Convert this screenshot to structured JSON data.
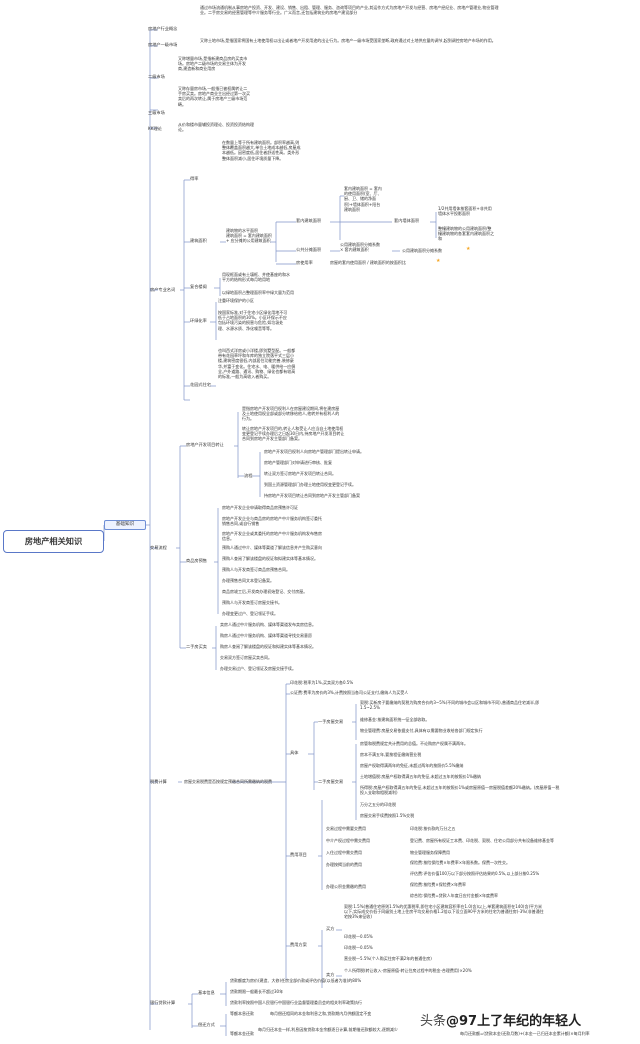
{
  "root": "房地产相关知识",
  "branch": "基础知识",
  "sec1": {
    "l_concept": "房地产行业概念",
    "t_concept": "通过市场流通机制从事房地产投资、开发、建设、销售、出租、管理、服务、咨询等项目的产业,其运作方式为房地产开发与经营、房地产经纪业、房地产管理业,物业管理业。二手房交易的经营管理等中介服务等行业。广义而言,还包括建筑业的房地产建设部分",
    "l_first": "房地产一级市场",
    "t_first": "又称土地市场,是指国家将国有土地使用权以出让或者地产开发用途的出让行为。房地产一级市场受国家垄断,政府通过对土地供应量的调节,起到调控房地产市场的作用。",
    "l_second": "二级市场",
    "t_second": "又称增量市场,是指新建商品房的买卖市场。房地产二级市场的交易主体为开发商,建造新和商业用房",
    "l_third": "三级市场",
    "t_third": "又称存量房市场,一般指已被权属转让二手房买卖。房地产商业主出经过第一次买卖后的再次转让,属于房地产三级市场范畴。",
    "l_kk": "KK理论",
    "t_kk": "从价和楼市量辅投资理论、投资投资结构理论。"
  },
  "sec2": {
    "label": "房产专业名词",
    "l_gongtan": "得率",
    "t_gongtan": "在数量上等于所有建筑面积。部积率越高,则整体覆盖面积越大,单位土地成本越低,房屋成本越低。因密度低,居住者舒适性高。类外形整体面积减小,居住环境质量下降。",
    "l_area": "建筑面积",
    "t_area_desc": "建筑物的水平面积\n建筑面积 = 套内建筑面积\n+ 应分摊的公用建筑面积",
    "l_inner": "套内建筑面积",
    "t_inner_formula": "套内建筑面积 = 套内的使用面积(室、厅、厨、卫、储的净面积)+墙体面积+阳台建筑面积",
    "l_inner_use": "套内墙体面积",
    "t_inner_use": "1/2共用墙体按套面积+非共用墙体水平投影面积",
    "t_inner_use2": "整幢建筑物的公用建筑面积/整幢建筑物的各套套内建筑面积之和",
    "l_public": "公共分摊面积",
    "t_public_formula": "公用建筑面积分摊系数\n× 套内建筑面积",
    "t_public_coef": "公用建筑面积分摊系数",
    "l_gain": "房使用率",
    "t_gain": "房屋的套内使用面积 / 建筑面积的按面积比",
    "l_green": "复合楼阁",
    "t_green1": "用现框面或有土壤框、并使基座的和水平方的结构形式每月地用地",
    "t_green2": "以绿地面积占整理面积率中绿大量为范用",
    "l_env": "环绿化率",
    "t_env_top": "注重环境保护的小区",
    "t_env": "按国家标准,对于住宅小区绿化用地不可低于占地面积的30%。小区环保示不应包括环境污染的损害与危险,如垃圾处理、水源水质、净化噪音等等。",
    "l_flat": "花园式住宅",
    "t_flat": "也叫西式洋房或小洋楼,即别墅型配。一般都带有花园草坪和车库的独立院落平式三层小楼,建筑密度很低,内部居住功能完善,装修豪华,并富于变化。住宅水、电、暖供给一应俱全,户外道路、通讯、购物、绿化也都有较高的标准,一般为高收入者购买。"
  },
  "sec3": {
    "label": "交易流程",
    "l_flow": "房地产开发项目转让",
    "t_flow_desc": "是指房地产开发项目权利人在房屋建设期间,将在建房屋及土地使用权全部或部分转移给他人,他转并有权利人的行为。",
    "t_flow_desc2": "转让房地产开发项目的,转让人和受让人应当自土地使用权变更登记手续办理后之日起30日内,持房地产开发项目转让合同到房地产开发主管部门备案。",
    "l_process": "流程",
    "proc": [
      "房地产开发项目权利人向房地产管理部门提出转让申请。",
      "房地产管理部门对申请进行审核、批复",
      "转让双方签订房地产开发项目转让合同。",
      "到国土资源管理部门办理土地使用权变更登记手续。",
      "持房地产开发项目转让合同到房地产开发主管部门备案"
    ],
    "l_new": "商品房预售",
    "new_items": [
      "房地产开发企业申请取得商品房预售许可证",
      "房地产开发企业与商品房的房地产中介服务机构签订委托销售合同,或自行销售",
      "房地产开发企业或其委托的房地产中介服务机构发布售房信息。",
      "预购人通过中介、媒体等渠道了解该信息并产生购买意向",
      "预购人查阅了解该楼盘的权证和拟建实体等基本情况。",
      "预购人与开发商签订商品房预售合同。",
      "办理预售合同文本登记备案。",
      "商品房竣工后,开发商办理初始登记、交付房屋。",
      "预购人与开发商签订房屋交接书。",
      "办理变更过户、登记领证手续。"
    ],
    "l_second": "二手房买卖",
    "second_items": [
      "卖房人通过中介服务机构、媒体等渠道发布卖房信息。",
      "购房人通过中介服务机构、媒体等渠道寻找交易意愿",
      "购房人查阅了解该楼盘的权证和拟建实体等基本情况。",
      "交易双方签订房屋买卖合同。",
      "办理交易过户、登记领证及房屋交接手续。"
    ]
  },
  "sec4": {
    "label": "税费计算",
    "sub": "房屋交易税费是否按规定预缴合同所需缴纳的税费",
    "t_yinhua": "印花税:税率为1%,买卖双方各0.5%",
    "l_fee": "具体",
    "t_gongzheng": "公证费:费率为房价的3%,计费按照当各司公证支付,缴纳人为买受人",
    "l_first": "一手房屋交易",
    "first_items": [
      "契税:买新房子要缴纳的契税为购房合价的3~5%(不同的城市会以区和城市不同),普通商品住宅减半,即1.5~2.5%",
      "维修基金:按建筑面积统一征全部收取。",
      "物业管理费:房屋交易依据支付,具体有以需要物业收给各部门规定执行"
    ],
    "l_second": "二手房屋交易",
    "second_items": [
      "房管和税费规定共计费用的总值。不论购房产权属不满两年。",
      "房本不满五年,要按程征缴纳营业税",
      "房屋产权取得满两年的免征,未超过两年的按照价5.5%缴纳",
      "土地增值税:房屋产权取得满五年的免征,未超过五年的按照价1%缴纳",
      "所得税:房屋产权取得满五年的免征,未超过五年的按照价1%或房屋原值—房屋税值差额20%缴纳。(房屋原值—税投入支取和相税减利)",
      "万分之五分的印花税",
      "房屋交易手续费按照1.5%交税"
    ],
    "l_agent": "费用项目",
    "agent_items": [
      "交易过程中需要交费用",
      "中介产权过程中需交费用",
      "入住过程中需交费用",
      "办理按揭当前的费用",
      "办理公积金需缴的费用"
    ],
    "agent_r1": "印花税:按价款的万分之五",
    "agent_r2": "登记费、房屋所有权证工本费、印花税、契税、住宅公用部分共有设备维修基金等",
    "agent_r3": "物业管理服务保障费用",
    "agent_r4": "保险费:按险保险费×年费率×年限系数。保费一次性交。",
    "agent_r5": "评估费:评估价值100万以下部分按照评估结果的0.5%,以上部分按0.25%",
    "agent_r6": "保险费:按险费×保险费×年费率",
    "agent_r7": "综合险:保险费=贷款人年度日应付金额×年度费率",
    "l_cost": "费用方案",
    "l_buy": "买方",
    "buy_text": "契税:1.5%(普通住宅原则1.5%的优惠税率,即住宅小区建筑容积率在1.0(含)以上,单套建筑面积在140(含)平方米以下,实际成交价低于同级别土地上住房平均交易价格1.2倍以下设立面90平方米的住宅为普通住房)-3%(非普通住宅按3%来征收)",
    "buy_items": [
      "印花税—0.05%",
      "印花税—0.05%"
    ],
    "l_sell": "卖方",
    "sell_items": [
      "营业税—5.5%(个人购买住房不满2年的普通住房)",
      "个人所得税(转让收入-房屋原值-转让住房过程中的税金-合理费用)×20%"
    ]
  },
  "sec5": {
    "label": "银行贷款计算",
    "l_basic": "基本信息",
    "basic_items": [
      "贷款额度为房价(建造、大修)任房全部价款或评估价值(以低者为准)的80%",
      "贷款期限一般最长不超过30年",
      "贷款利率按照中国人民银行中国银行业监督管理委员会的相关利率政策执行"
    ],
    "l_method": "偿还方式",
    "method_items": [
      "等额本息还款",
      "等额本金还款"
    ],
    "method_r1": "每月偿还相同的本金和利息之和,贷款期内月供额固定不变",
    "method_r2": "每月归还本金一样,利息因按贷款本金余额逐日计算,前期借还款额较大,逐期减少",
    "method_r3": "每月还款额=(贷款本金/还款月数)+(本金—已归还本金累计额)×每月利率"
  },
  "watermark": {
    "pre": "头条",
    "text": "@97上了年纪的年轻人"
  }
}
